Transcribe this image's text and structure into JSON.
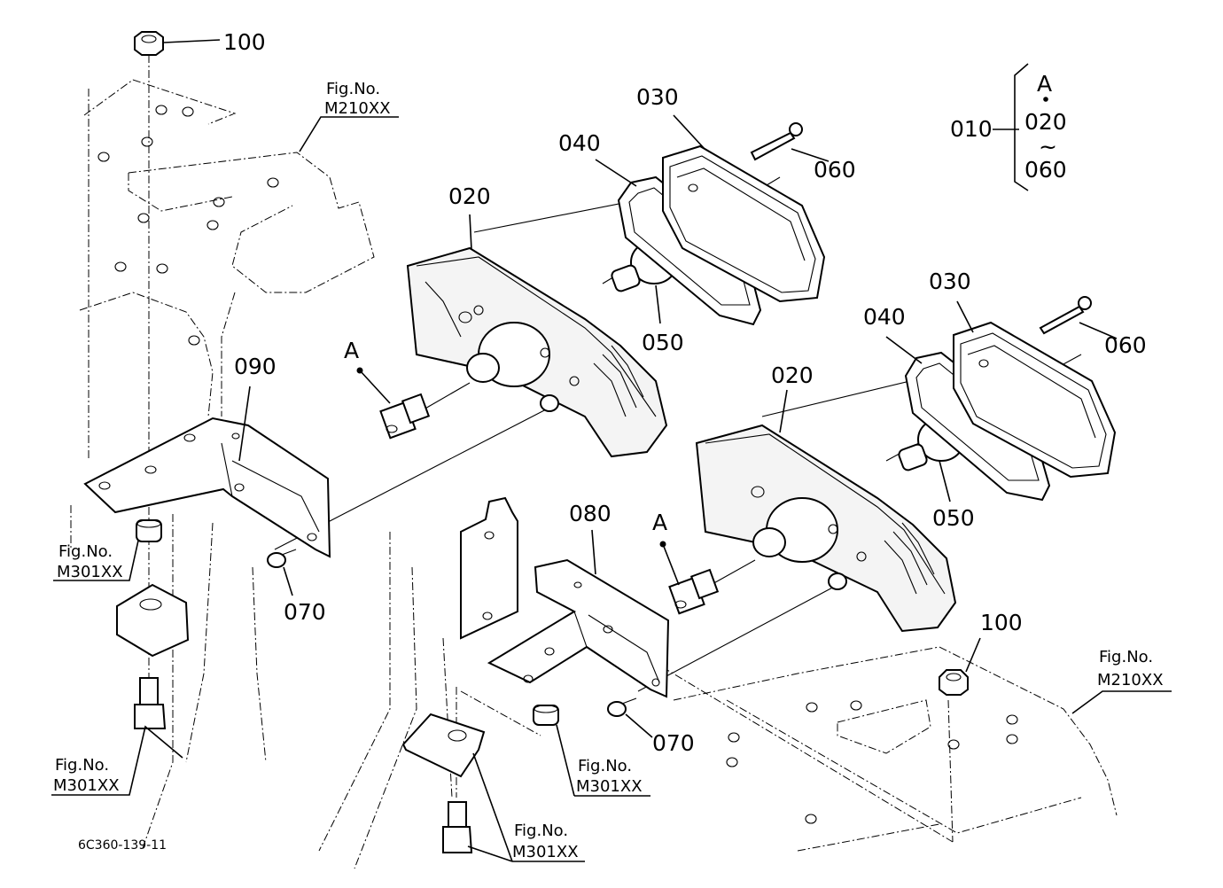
{
  "labels": {
    "p100_top": "100",
    "p100_bottom": "100",
    "p010": "010",
    "pA_legend": "A",
    "p020_legend": "020",
    "tilde": "~",
    "p060_legend": "060",
    "p030_upper": "030",
    "p030_lower": "030",
    "p040_upper": "040",
    "p040_lower": "040",
    "p060_upper": "060",
    "p060_lower": "060",
    "p020_upper": "020",
    "p020_lower": "020",
    "p050_upper": "050",
    "p050_lower": "050",
    "pA_upper": "A",
    "pA_lower": "A",
    "p090": "090",
    "p080": "080",
    "p070_left": "070",
    "p070_right": "070",
    "drawing_code": "6C360-139-11"
  },
  "figrefs": [
    {
      "fig": "Fig.No.",
      "code": "M210XX"
    },
    {
      "fig": "Fig.No.",
      "code": "M301XX"
    },
    {
      "fig": "Fig.No.",
      "code": "M301XX"
    },
    {
      "fig": "Fig.No.",
      "code": "M301XX"
    },
    {
      "fig": "Fig.No.",
      "code": "M301XX"
    },
    {
      "fig": "Fig.No.",
      "code": "M210XX"
    }
  ]
}
